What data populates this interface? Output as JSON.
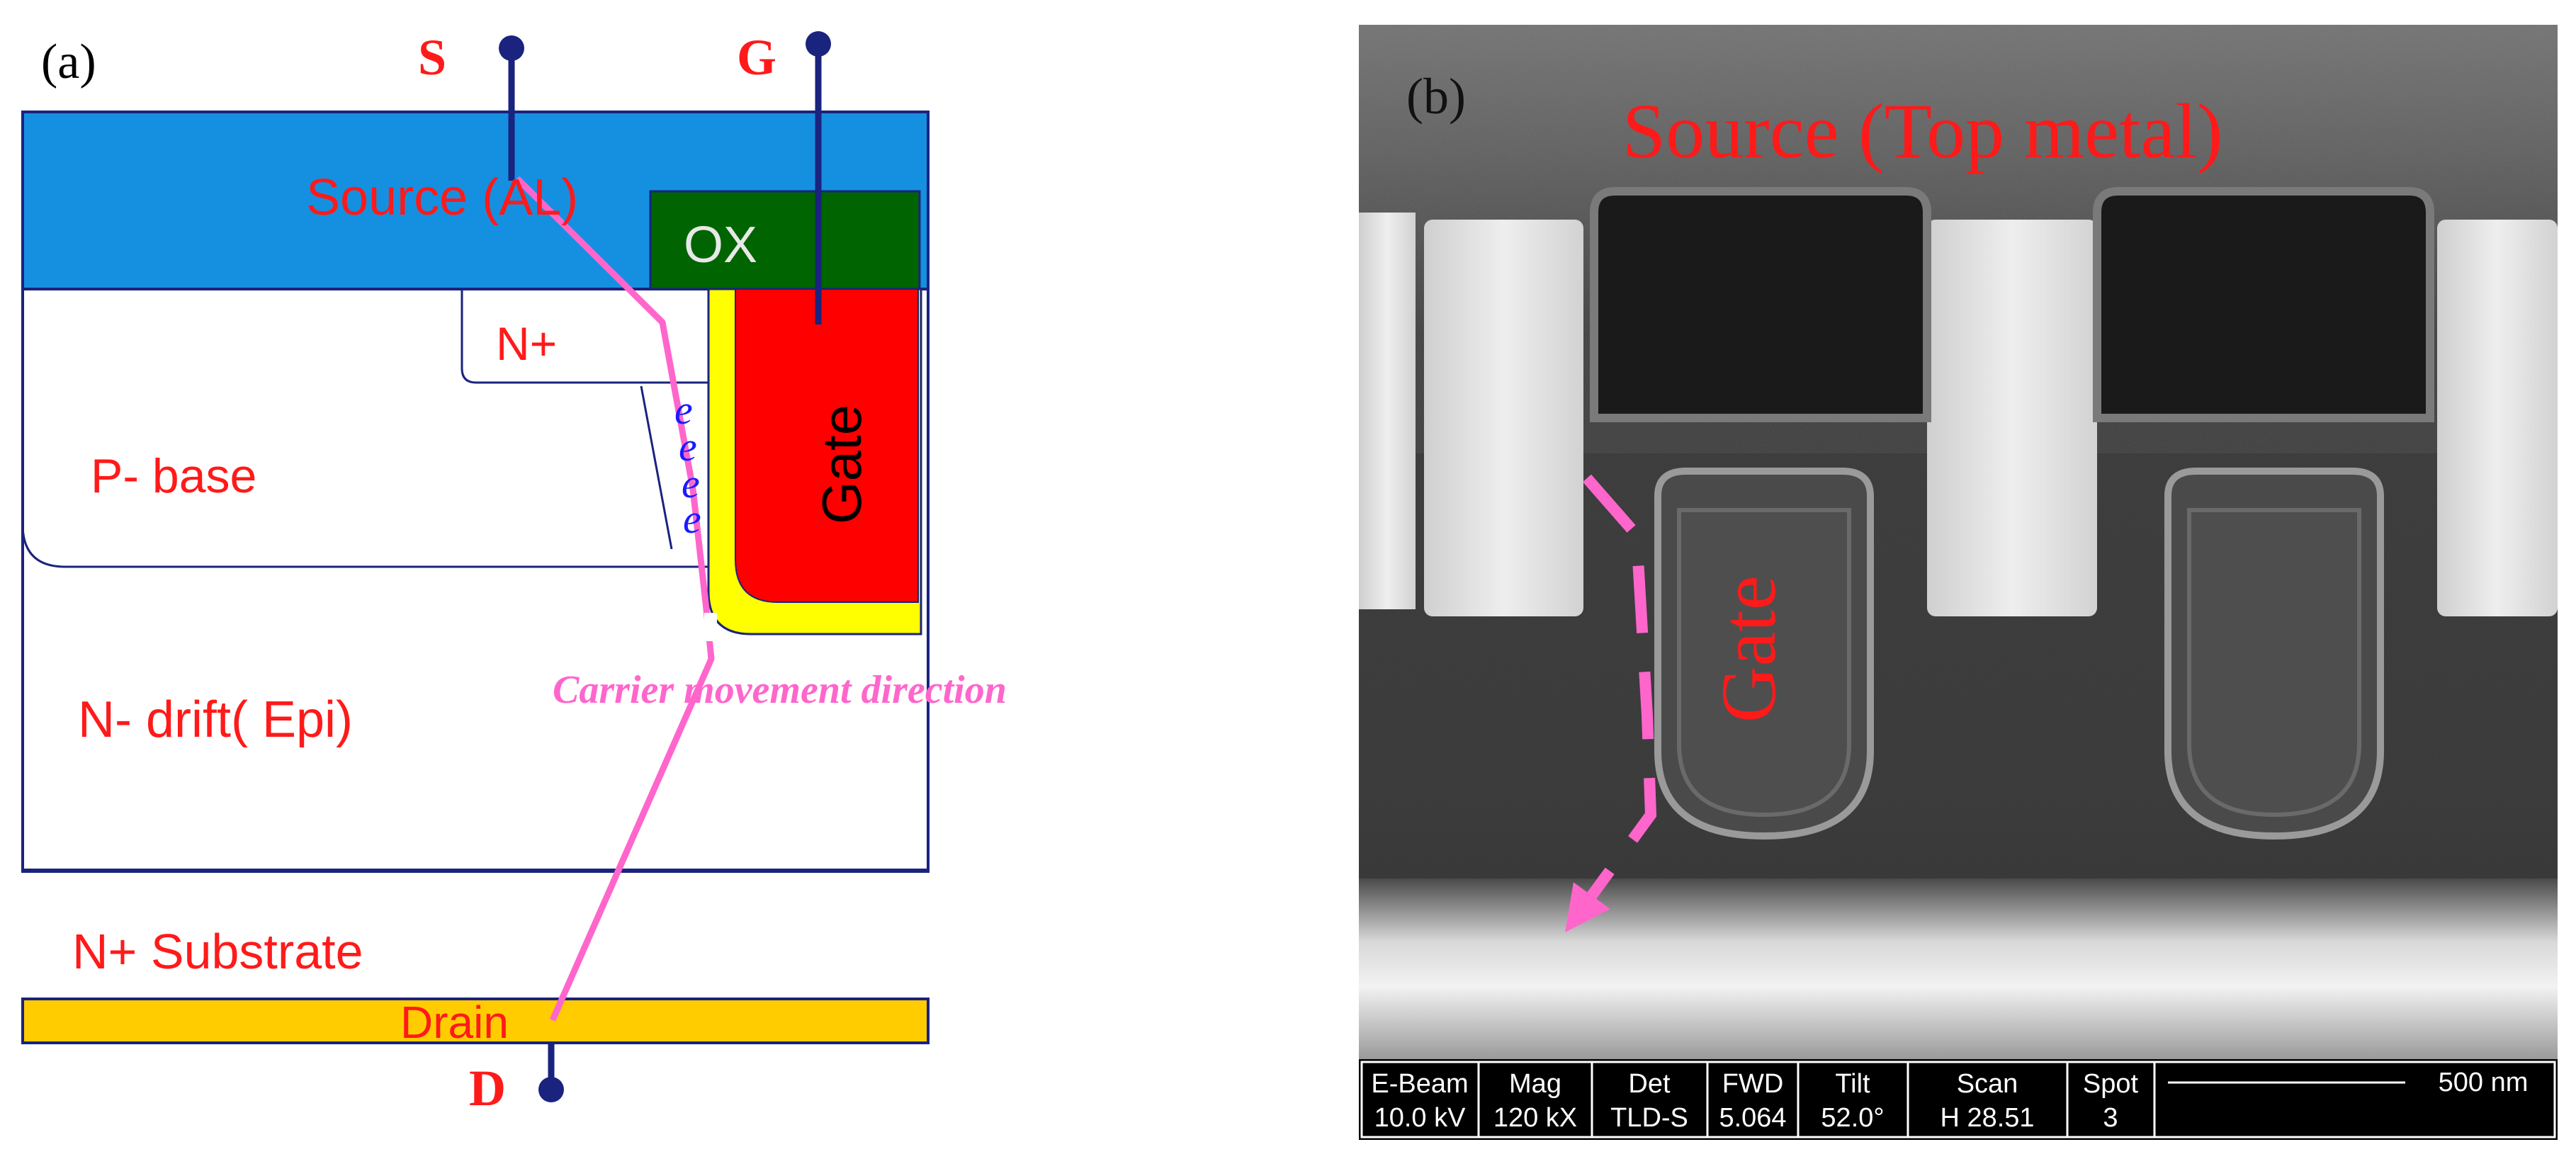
{
  "panel_a": {
    "label": "(a)",
    "terminals": {
      "source": "S",
      "gate": "G",
      "drain": "D"
    },
    "layers": {
      "source_metal": "Source (AL)",
      "oxide": "OX",
      "n_plus": "N+",
      "gate": "Gate",
      "p_base": "P- base",
      "n_drift": "N- drift( Epi)",
      "n_substrate": "N+ Substrate",
      "drain": "Drain"
    },
    "electrons": [
      "e",
      "e",
      "e",
      "e"
    ],
    "carrier_label": "Carrier movement direction",
    "colors": {
      "source_metal": "#1590e0",
      "oxide": "#006400",
      "gate": "#ff0000",
      "gate_oxide": "#ffff00",
      "drain": "#ffcc00",
      "terminal": "#1a237e",
      "carrier": "#ff66cc",
      "label_red": "#ff1a1a",
      "electron": "#1a1aff"
    }
  },
  "panel_b": {
    "label": "(b)",
    "source_label": "Source (Top metal)",
    "gate_label": "Gate",
    "info_bar": {
      "columns": [
        {
          "header": "E-Beam",
          "value": "10.0 kV"
        },
        {
          "header": "Mag",
          "value": "120 kX"
        },
        {
          "header": "Det",
          "value": "TLD-S"
        },
        {
          "header": "FWD",
          "value": "5.064"
        },
        {
          "header": "Tilt",
          "value": "52.0°"
        },
        {
          "header": "Scan",
          "value": "H 28.51"
        },
        {
          "header": "Spot",
          "value": "3"
        }
      ],
      "scale_label": "500 nm"
    }
  }
}
